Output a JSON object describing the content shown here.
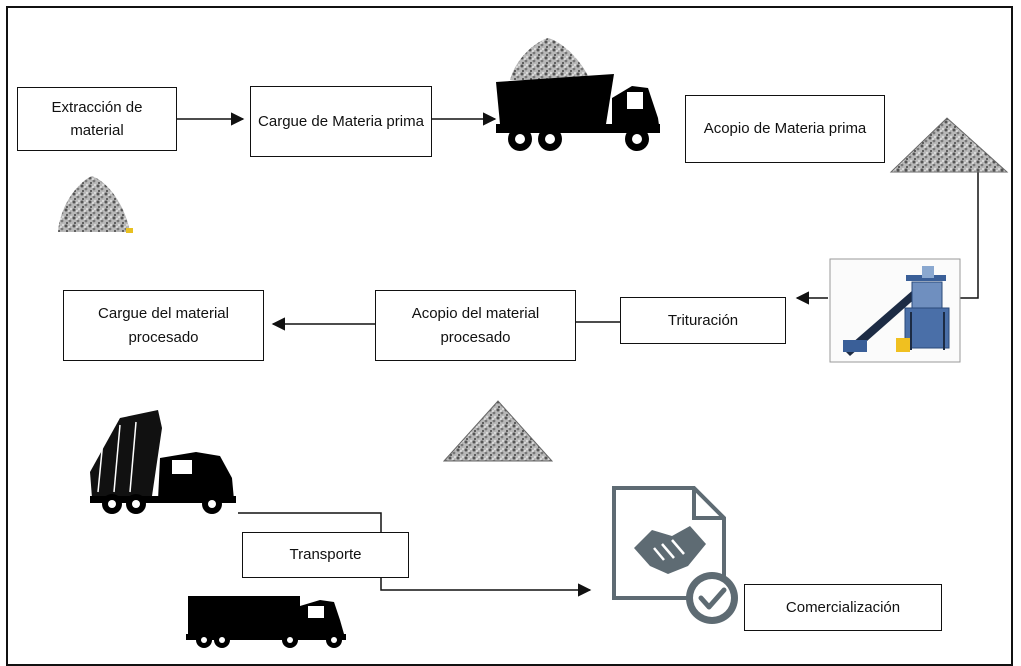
{
  "steps": {
    "extraccion": "Extracción de material",
    "cargue_mp": "Cargue de Materia prima",
    "acopio_mp": "Acopio de Materia prima",
    "trituracion": "Trituración",
    "acopio_proc": "Acopio del material procesado",
    "cargue_proc": "Cargue del material procesado",
    "transporte": "Transporte",
    "comercializacion": "Comercialización"
  },
  "icons": [
    "gravel-pile-icon",
    "dump-truck-icon",
    "crushing-plant-icon",
    "tipper-truck-icon",
    "semi-truck-icon",
    "contract-handshake-icon"
  ],
  "colors": {
    "line": "#111111",
    "gravel": "#8a8a8a",
    "plant_blue": "#3a5f98",
    "doc_gray": "#5e6b73"
  }
}
